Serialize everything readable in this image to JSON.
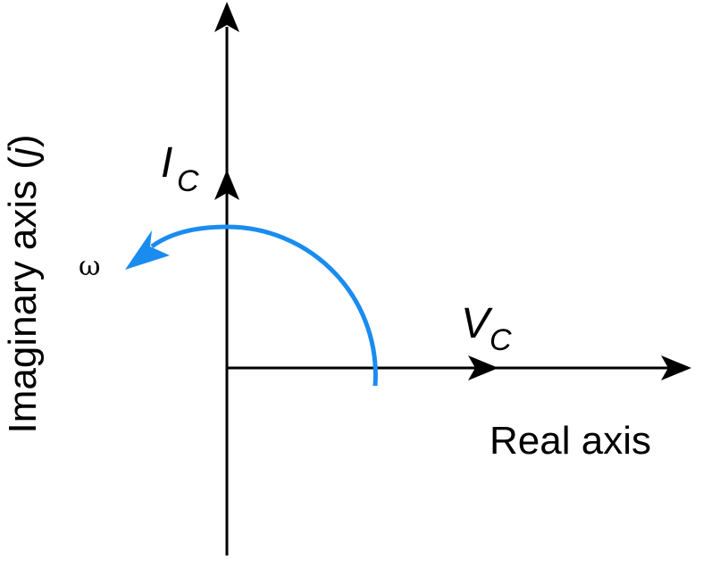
{
  "labels": {
    "real_axis": "Real axis",
    "imag_axis_text": "Imaginary axis (",
    "imag_axis_j": "j",
    "imag_axis_close": ")",
    "current_main": "I",
    "current_sub": "C",
    "voltage_main": "V",
    "voltage_sub": "C",
    "rotation": "ω"
  },
  "colors": {
    "axes": "#000000",
    "rotation_arc": "#1a8cf0"
  },
  "phasors": {
    "voltage_angle_deg": 0,
    "current_angle_deg": 90
  }
}
